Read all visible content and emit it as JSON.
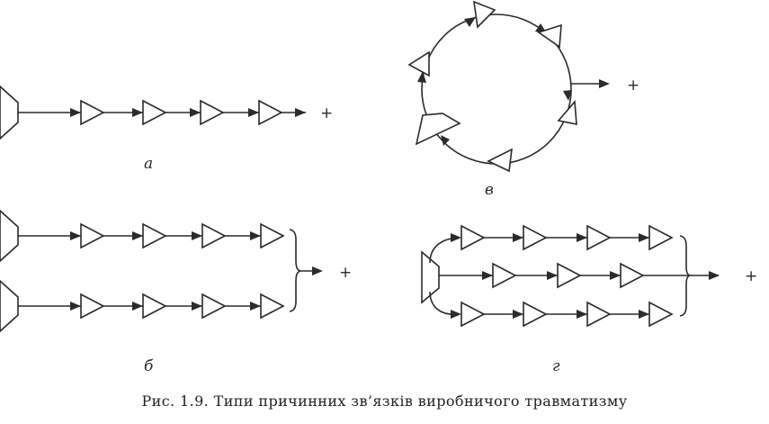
{
  "diagram": {
    "labels": {
      "a": "а",
      "b": "б",
      "v": "в",
      "g": "г"
    },
    "outcome": "+",
    "caption": "Рис. 1.9. Типи причинних зв’язків виробничого травматизму"
  }
}
